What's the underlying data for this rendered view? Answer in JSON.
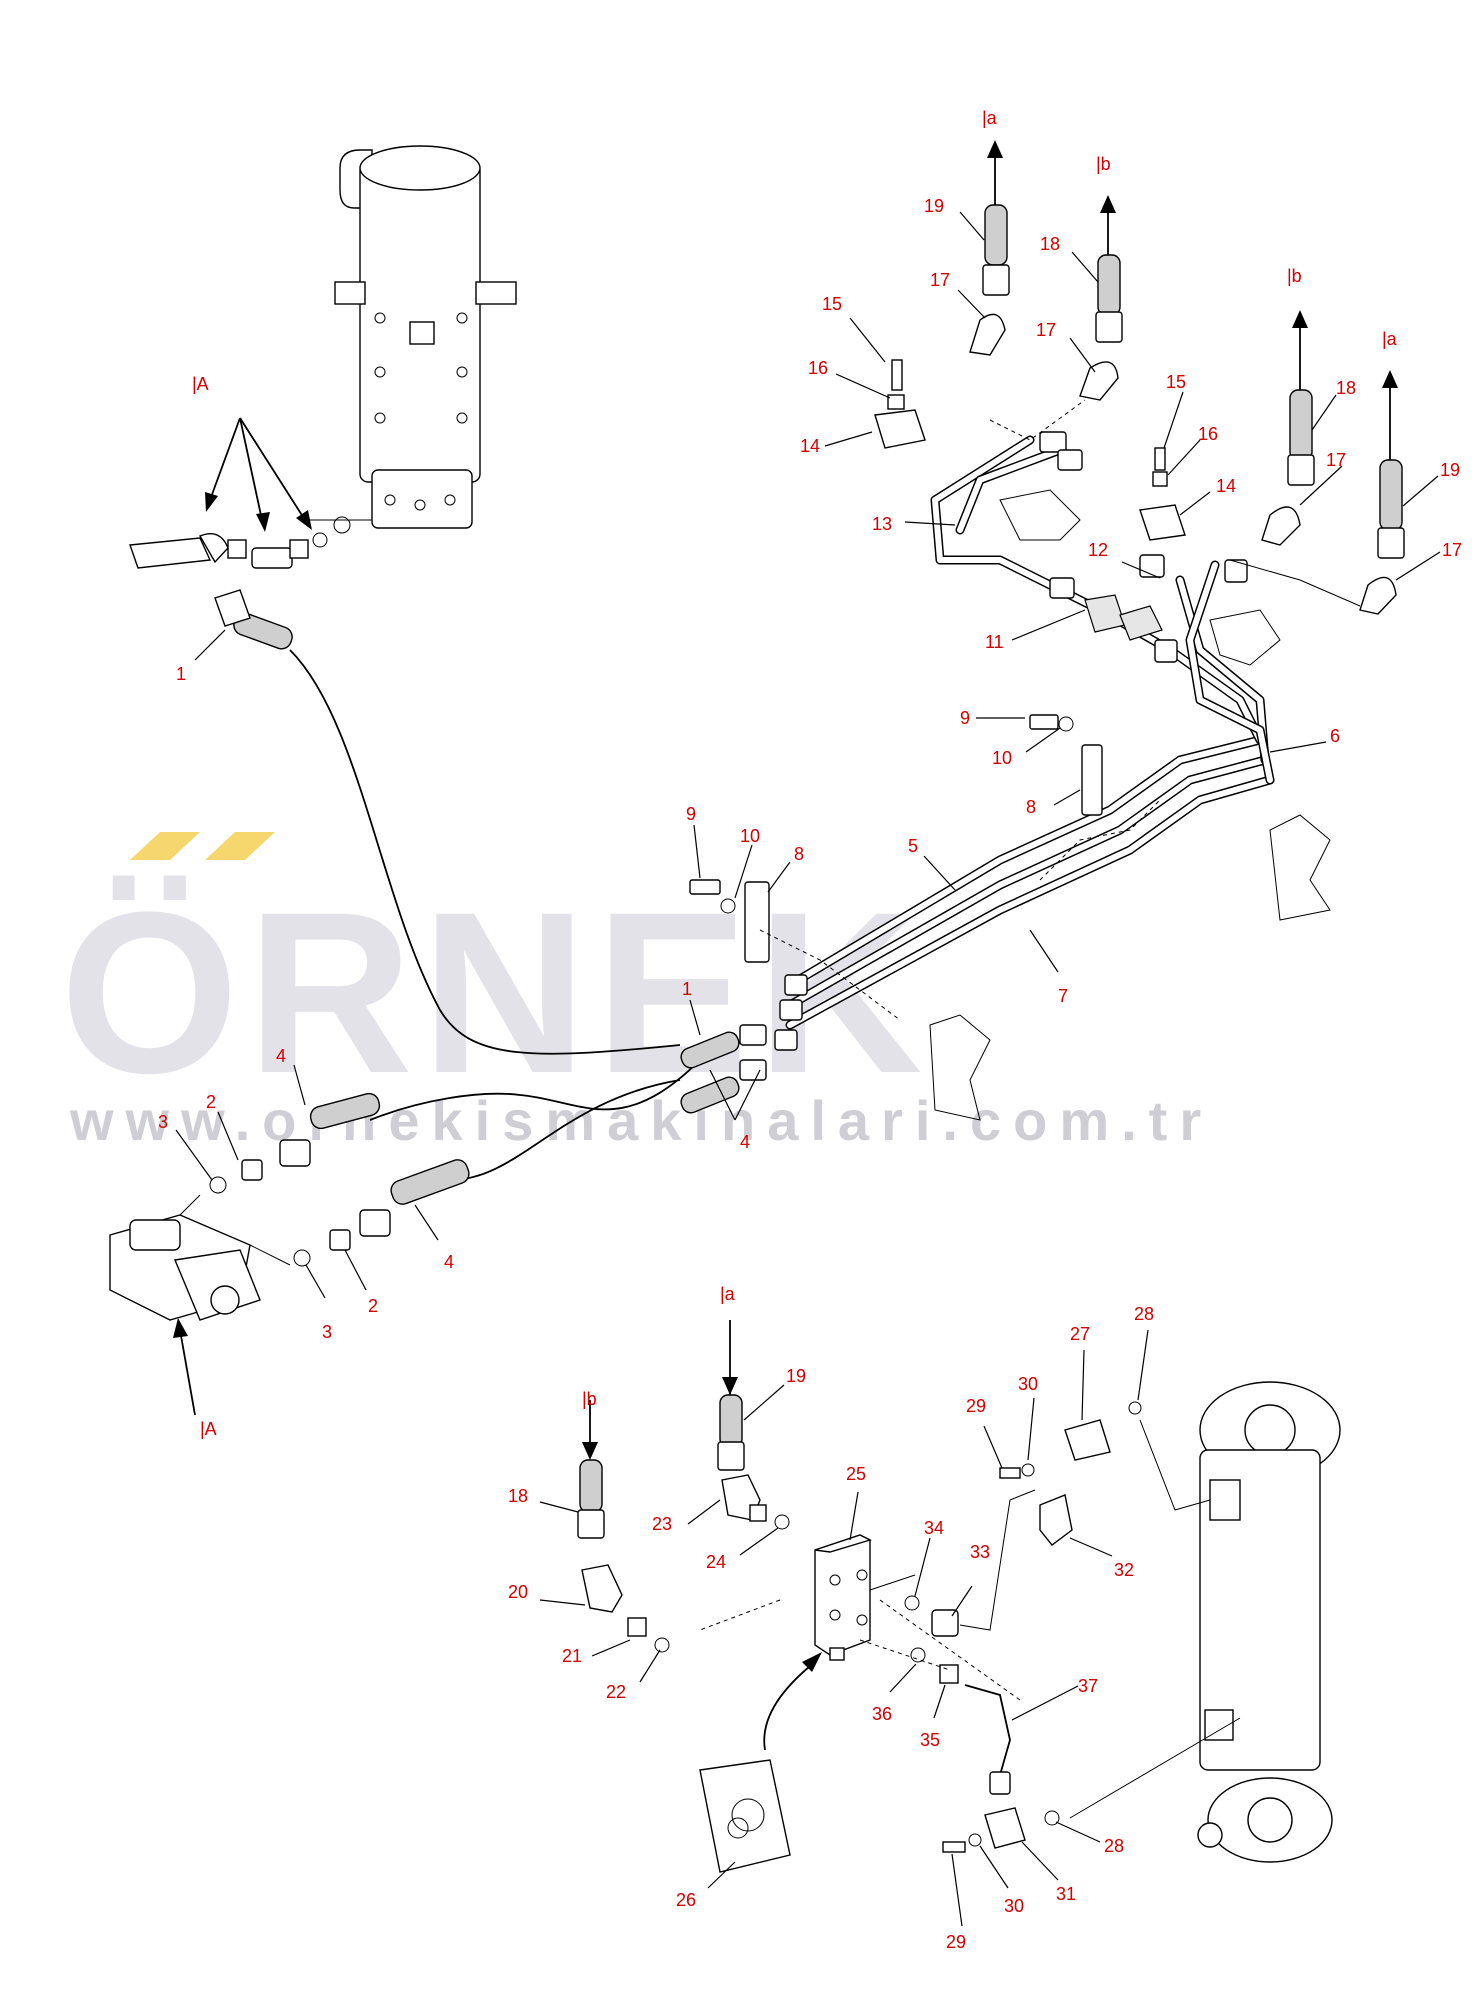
{
  "watermark": {
    "brand": "ÖRNEK",
    "url": "www.ornekismakinalari.com.tr",
    "brand_color": "#cfcfd8",
    "accent_color": "#f5d76e"
  },
  "reference_labels": {
    "A": "|A",
    "a": "|a",
    "b": "|b"
  },
  "callout_color": "#d40000",
  "callouts": [
    {
      "id": "c-1a",
      "label": "1"
    },
    {
      "id": "c-1b",
      "label": "1"
    },
    {
      "id": "c-2a",
      "label": "2"
    },
    {
      "id": "c-2b",
      "label": "2"
    },
    {
      "id": "c-3a",
      "label": "3"
    },
    {
      "id": "c-3b",
      "label": "3"
    },
    {
      "id": "c-4a",
      "label": "4"
    },
    {
      "id": "c-4b",
      "label": "4"
    },
    {
      "id": "c-4c",
      "label": "4"
    },
    {
      "id": "c-5",
      "label": "5"
    },
    {
      "id": "c-6",
      "label": "6"
    },
    {
      "id": "c-7",
      "label": "7"
    },
    {
      "id": "c-8a",
      "label": "8"
    },
    {
      "id": "c-8b",
      "label": "8"
    },
    {
      "id": "c-9a",
      "label": "9"
    },
    {
      "id": "c-9b",
      "label": "9"
    },
    {
      "id": "c-10a",
      "label": "10"
    },
    {
      "id": "c-10b",
      "label": "10"
    },
    {
      "id": "c-11",
      "label": "11"
    },
    {
      "id": "c-12",
      "label": "12"
    },
    {
      "id": "c-13",
      "label": "13"
    },
    {
      "id": "c-14a",
      "label": "14"
    },
    {
      "id": "c-14b",
      "label": "14"
    },
    {
      "id": "c-15a",
      "label": "15"
    },
    {
      "id": "c-15b",
      "label": "15"
    },
    {
      "id": "c-16a",
      "label": "16"
    },
    {
      "id": "c-16b",
      "label": "16"
    },
    {
      "id": "c-17a",
      "label": "17"
    },
    {
      "id": "c-17b",
      "label": "17"
    },
    {
      "id": "c-17c",
      "label": "17"
    },
    {
      "id": "c-17d",
      "label": "17"
    },
    {
      "id": "c-18a",
      "label": "18"
    },
    {
      "id": "c-18b",
      "label": "18"
    },
    {
      "id": "c-18c",
      "label": "18"
    },
    {
      "id": "c-19a",
      "label": "19"
    },
    {
      "id": "c-19b",
      "label": "19"
    },
    {
      "id": "c-19c",
      "label": "19"
    },
    {
      "id": "c-20",
      "label": "20"
    },
    {
      "id": "c-21",
      "label": "21"
    },
    {
      "id": "c-22",
      "label": "22"
    },
    {
      "id": "c-23",
      "label": "23"
    },
    {
      "id": "c-24",
      "label": "24"
    },
    {
      "id": "c-25",
      "label": "25"
    },
    {
      "id": "c-26",
      "label": "26"
    },
    {
      "id": "c-27",
      "label": "27"
    },
    {
      "id": "c-28a",
      "label": "28"
    },
    {
      "id": "c-28b",
      "label": "28"
    },
    {
      "id": "c-29a",
      "label": "29"
    },
    {
      "id": "c-29b",
      "label": "29"
    },
    {
      "id": "c-30a",
      "label": "30"
    },
    {
      "id": "c-30b",
      "label": "30"
    },
    {
      "id": "c-31",
      "label": "31"
    },
    {
      "id": "c-32",
      "label": "32"
    },
    {
      "id": "c-33",
      "label": "33"
    },
    {
      "id": "c-34",
      "label": "34"
    },
    {
      "id": "c-35",
      "label": "35"
    },
    {
      "id": "c-36",
      "label": "36"
    },
    {
      "id": "c-37",
      "label": "37"
    }
  ]
}
